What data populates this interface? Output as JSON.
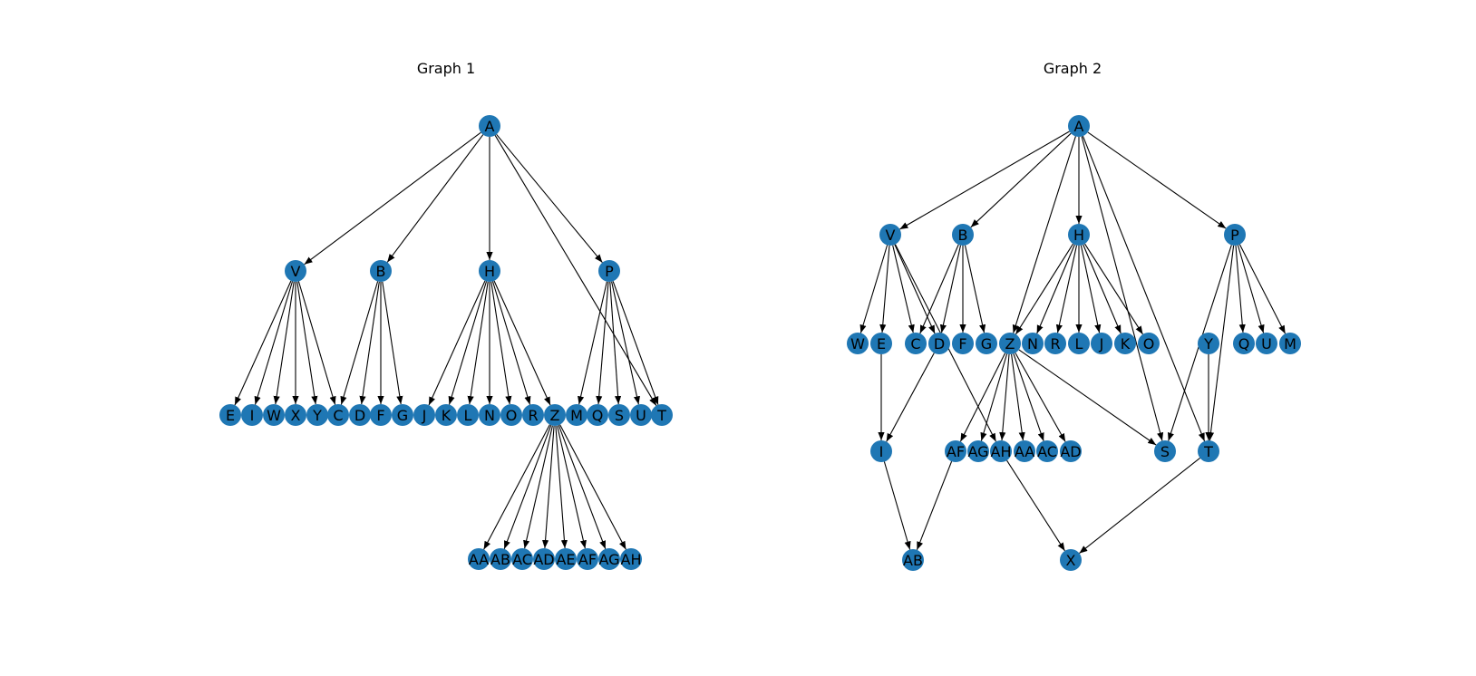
{
  "node_color": "#1f77b4",
  "edge_color": "#000000",
  "graphs": [
    {
      "title": "Graph 1",
      "nodes": [
        "A",
        "V",
        "B",
        "H",
        "P",
        "E",
        "I",
        "W",
        "X",
        "Y",
        "C",
        "D",
        "F",
        "G",
        "J",
        "K",
        "L",
        "N",
        "O",
        "R",
        "Z",
        "M",
        "Q",
        "S",
        "U",
        "T",
        "AA",
        "AB",
        "AC",
        "AD",
        "AE",
        "AF",
        "AG",
        "AH"
      ],
      "edges": [
        [
          "A",
          "V"
        ],
        [
          "A",
          "B"
        ],
        [
          "A",
          "H"
        ],
        [
          "A",
          "P"
        ],
        [
          "A",
          "T"
        ],
        [
          "V",
          "E"
        ],
        [
          "V",
          "I"
        ],
        [
          "V",
          "W"
        ],
        [
          "V",
          "X"
        ],
        [
          "V",
          "Y"
        ],
        [
          "V",
          "C"
        ],
        [
          "B",
          "C"
        ],
        [
          "B",
          "D"
        ],
        [
          "B",
          "F"
        ],
        [
          "B",
          "G"
        ],
        [
          "H",
          "J"
        ],
        [
          "H",
          "K"
        ],
        [
          "H",
          "L"
        ],
        [
          "H",
          "N"
        ],
        [
          "H",
          "O"
        ],
        [
          "H",
          "R"
        ],
        [
          "H",
          "Z"
        ],
        [
          "P",
          "M"
        ],
        [
          "P",
          "Q"
        ],
        [
          "P",
          "S"
        ],
        [
          "P",
          "U"
        ],
        [
          "P",
          "T"
        ],
        [
          "Z",
          "AA"
        ],
        [
          "Z",
          "AB"
        ],
        [
          "Z",
          "AC"
        ],
        [
          "Z",
          "AD"
        ],
        [
          "Z",
          "AE"
        ],
        [
          "Z",
          "AF"
        ],
        [
          "Z",
          "AG"
        ],
        [
          "Z",
          "AH"
        ]
      ]
    },
    {
      "title": "Graph 2",
      "nodes": [
        "A",
        "V",
        "B",
        "H",
        "P",
        "W",
        "E",
        "C",
        "D",
        "F",
        "G",
        "Z",
        "N",
        "R",
        "L",
        "J",
        "K",
        "O",
        "Y",
        "Q",
        "U",
        "M",
        "I",
        "AF",
        "AG",
        "AH",
        "AA",
        "AC",
        "AD",
        "S",
        "T",
        "AB",
        "X"
      ],
      "edges": [
        [
          "A",
          "V"
        ],
        [
          "A",
          "B"
        ],
        [
          "A",
          "H"
        ],
        [
          "A",
          "P"
        ],
        [
          "A",
          "Z"
        ],
        [
          "A",
          "S"
        ],
        [
          "A",
          "T"
        ],
        [
          "V",
          "W"
        ],
        [
          "V",
          "E"
        ],
        [
          "V",
          "C"
        ],
        [
          "V",
          "D"
        ],
        [
          "V",
          "AH"
        ],
        [
          "B",
          "C"
        ],
        [
          "B",
          "D"
        ],
        [
          "B",
          "F"
        ],
        [
          "B",
          "G"
        ],
        [
          "H",
          "Z"
        ],
        [
          "H",
          "N"
        ],
        [
          "H",
          "R"
        ],
        [
          "H",
          "L"
        ],
        [
          "H",
          "J"
        ],
        [
          "H",
          "K"
        ],
        [
          "H",
          "O"
        ],
        [
          "P",
          "Q"
        ],
        [
          "P",
          "U"
        ],
        [
          "P",
          "M"
        ],
        [
          "P",
          "S"
        ],
        [
          "P",
          "T"
        ],
        [
          "Y",
          "T"
        ],
        [
          "E",
          "I"
        ],
        [
          "D",
          "I"
        ],
        [
          "Z",
          "AF"
        ],
        [
          "Z",
          "AG"
        ],
        [
          "Z",
          "AH"
        ],
        [
          "Z",
          "AA"
        ],
        [
          "Z",
          "AC"
        ],
        [
          "Z",
          "AD"
        ],
        [
          "Z",
          "S"
        ],
        [
          "I",
          "AB"
        ],
        [
          "AF",
          "AB"
        ],
        [
          "AH",
          "X"
        ],
        [
          "T",
          "X"
        ]
      ]
    }
  ]
}
